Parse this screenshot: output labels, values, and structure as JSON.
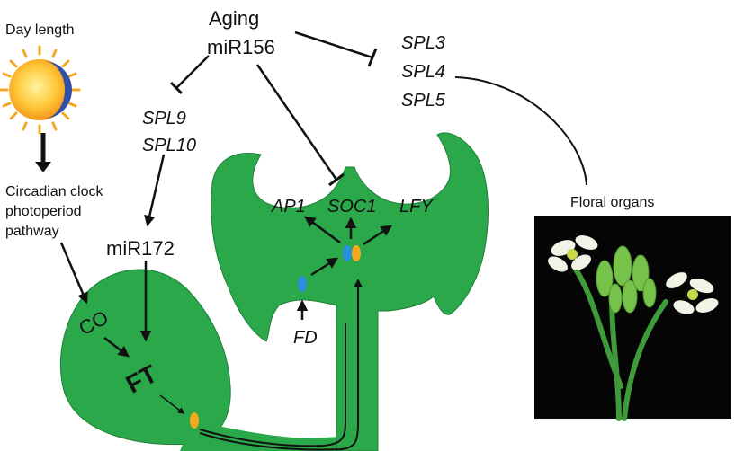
{
  "labels": {
    "day_length": "Day length",
    "aging": "Aging",
    "mir156": "miR156",
    "spl3": "SPL3",
    "spl4": "SPL4",
    "spl5": "SPL5",
    "spl9": "SPL9",
    "spl10": "SPL10",
    "circadian_line1": "Circadian clock",
    "circadian_line2": "photoperiod",
    "circadian_line3": "pathway",
    "mir172": "miR172",
    "co": "CO",
    "ft": "FT",
    "ap1": "AP1",
    "soc1": "SOC1",
    "lfy": "LFY",
    "fd": "FD",
    "floral_organs": "Floral organs"
  },
  "colors": {
    "plant_green": "#2aa84a",
    "plant_outline": "#1f7f38",
    "sun_orange": "#f5a623",
    "sun_yellow": "#ffd23f",
    "moon_blue": "#2f4fa8",
    "blue_dot": "#2b8fe0",
    "orange_dot": "#f4a81c",
    "line": "#111111",
    "photo_bg": "#050505"
  }
}
